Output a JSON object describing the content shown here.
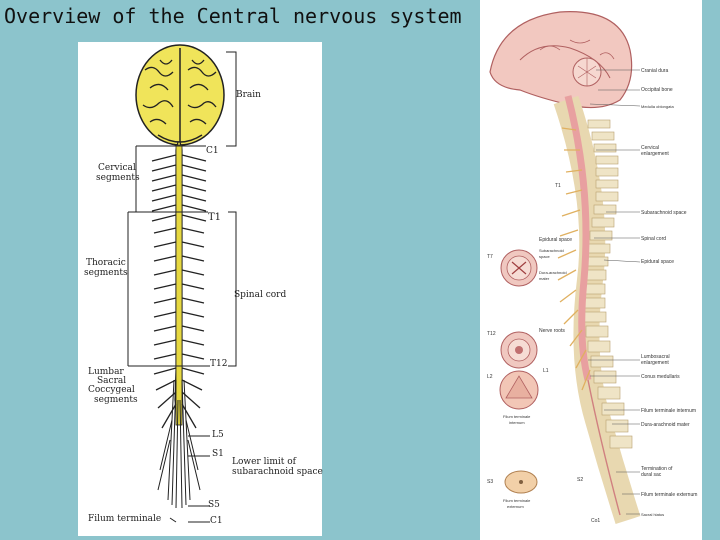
{
  "slide": {
    "title": "Overview of the Central nervous system"
  },
  "left_figure": {
    "labels": {
      "brain": "Brain",
      "c1_top": "C1",
      "cervical": "Cervical",
      "segments1": "segments",
      "t1": "T1",
      "thoracic": "Thoracic",
      "segments2": "segments",
      "spinal_cord": "Spinal cord",
      "t12": "T12",
      "lumbar": "Lumbar",
      "sacral": "Sacral",
      "coccygeal": "Coccygeal",
      "segments3": "segments",
      "l5": "L5",
      "s1": "S1",
      "lower_limit_1": "Lower limit of",
      "lower_limit_2": "subarachnoid space",
      "s5": "S5",
      "filum": "Filum terminale",
      "c1_bottom": "C1"
    }
  },
  "right_figure": {
    "labels": {
      "cranial_dura": "Cranial dura",
      "occipital_bone": "Occipital bone",
      "medulla": "Medulla oblongata",
      "cervical_enl_1": "Cervical",
      "cervical_enl_2": "enlargement",
      "t1": "T1",
      "subarachnoid": "Subarachnoid space",
      "spinal_cord": "Spinal cord",
      "epidural_space": "Epidural space",
      "t7": "T7",
      "epidural_space_left": "Epidural space",
      "subarachnoid_left_1": "Subarachnoid",
      "subarachnoid_left_2": "space",
      "dura_left_1": "Dura-arachnoid",
      "dura_left_2": "mater",
      "t12": "T12",
      "nerve_roots": "Nerve roots",
      "l1": "L1",
      "l2": "L2",
      "lumbosacral_1": "Lumbosacral",
      "lumbosacral_2": "enlargement",
      "conus": "Conus medullaris",
      "filum_int_1": "Filum terminale",
      "filum_int_2": "internum",
      "filum_internum_r": "Filum terminale internum",
      "dura_mater_r": "Dura-arachnoid mater",
      "termination_1": "Termination of",
      "termination_2": "dural sac",
      "s3": "S3",
      "s2": "S2",
      "filum_ext_1": "Filum terminale",
      "filum_ext_2": "externum",
      "filum_externum_r": "Filum terminale externum",
      "sacral_hiatus": "Sacral hiatus",
      "co1": "Co1"
    }
  }
}
